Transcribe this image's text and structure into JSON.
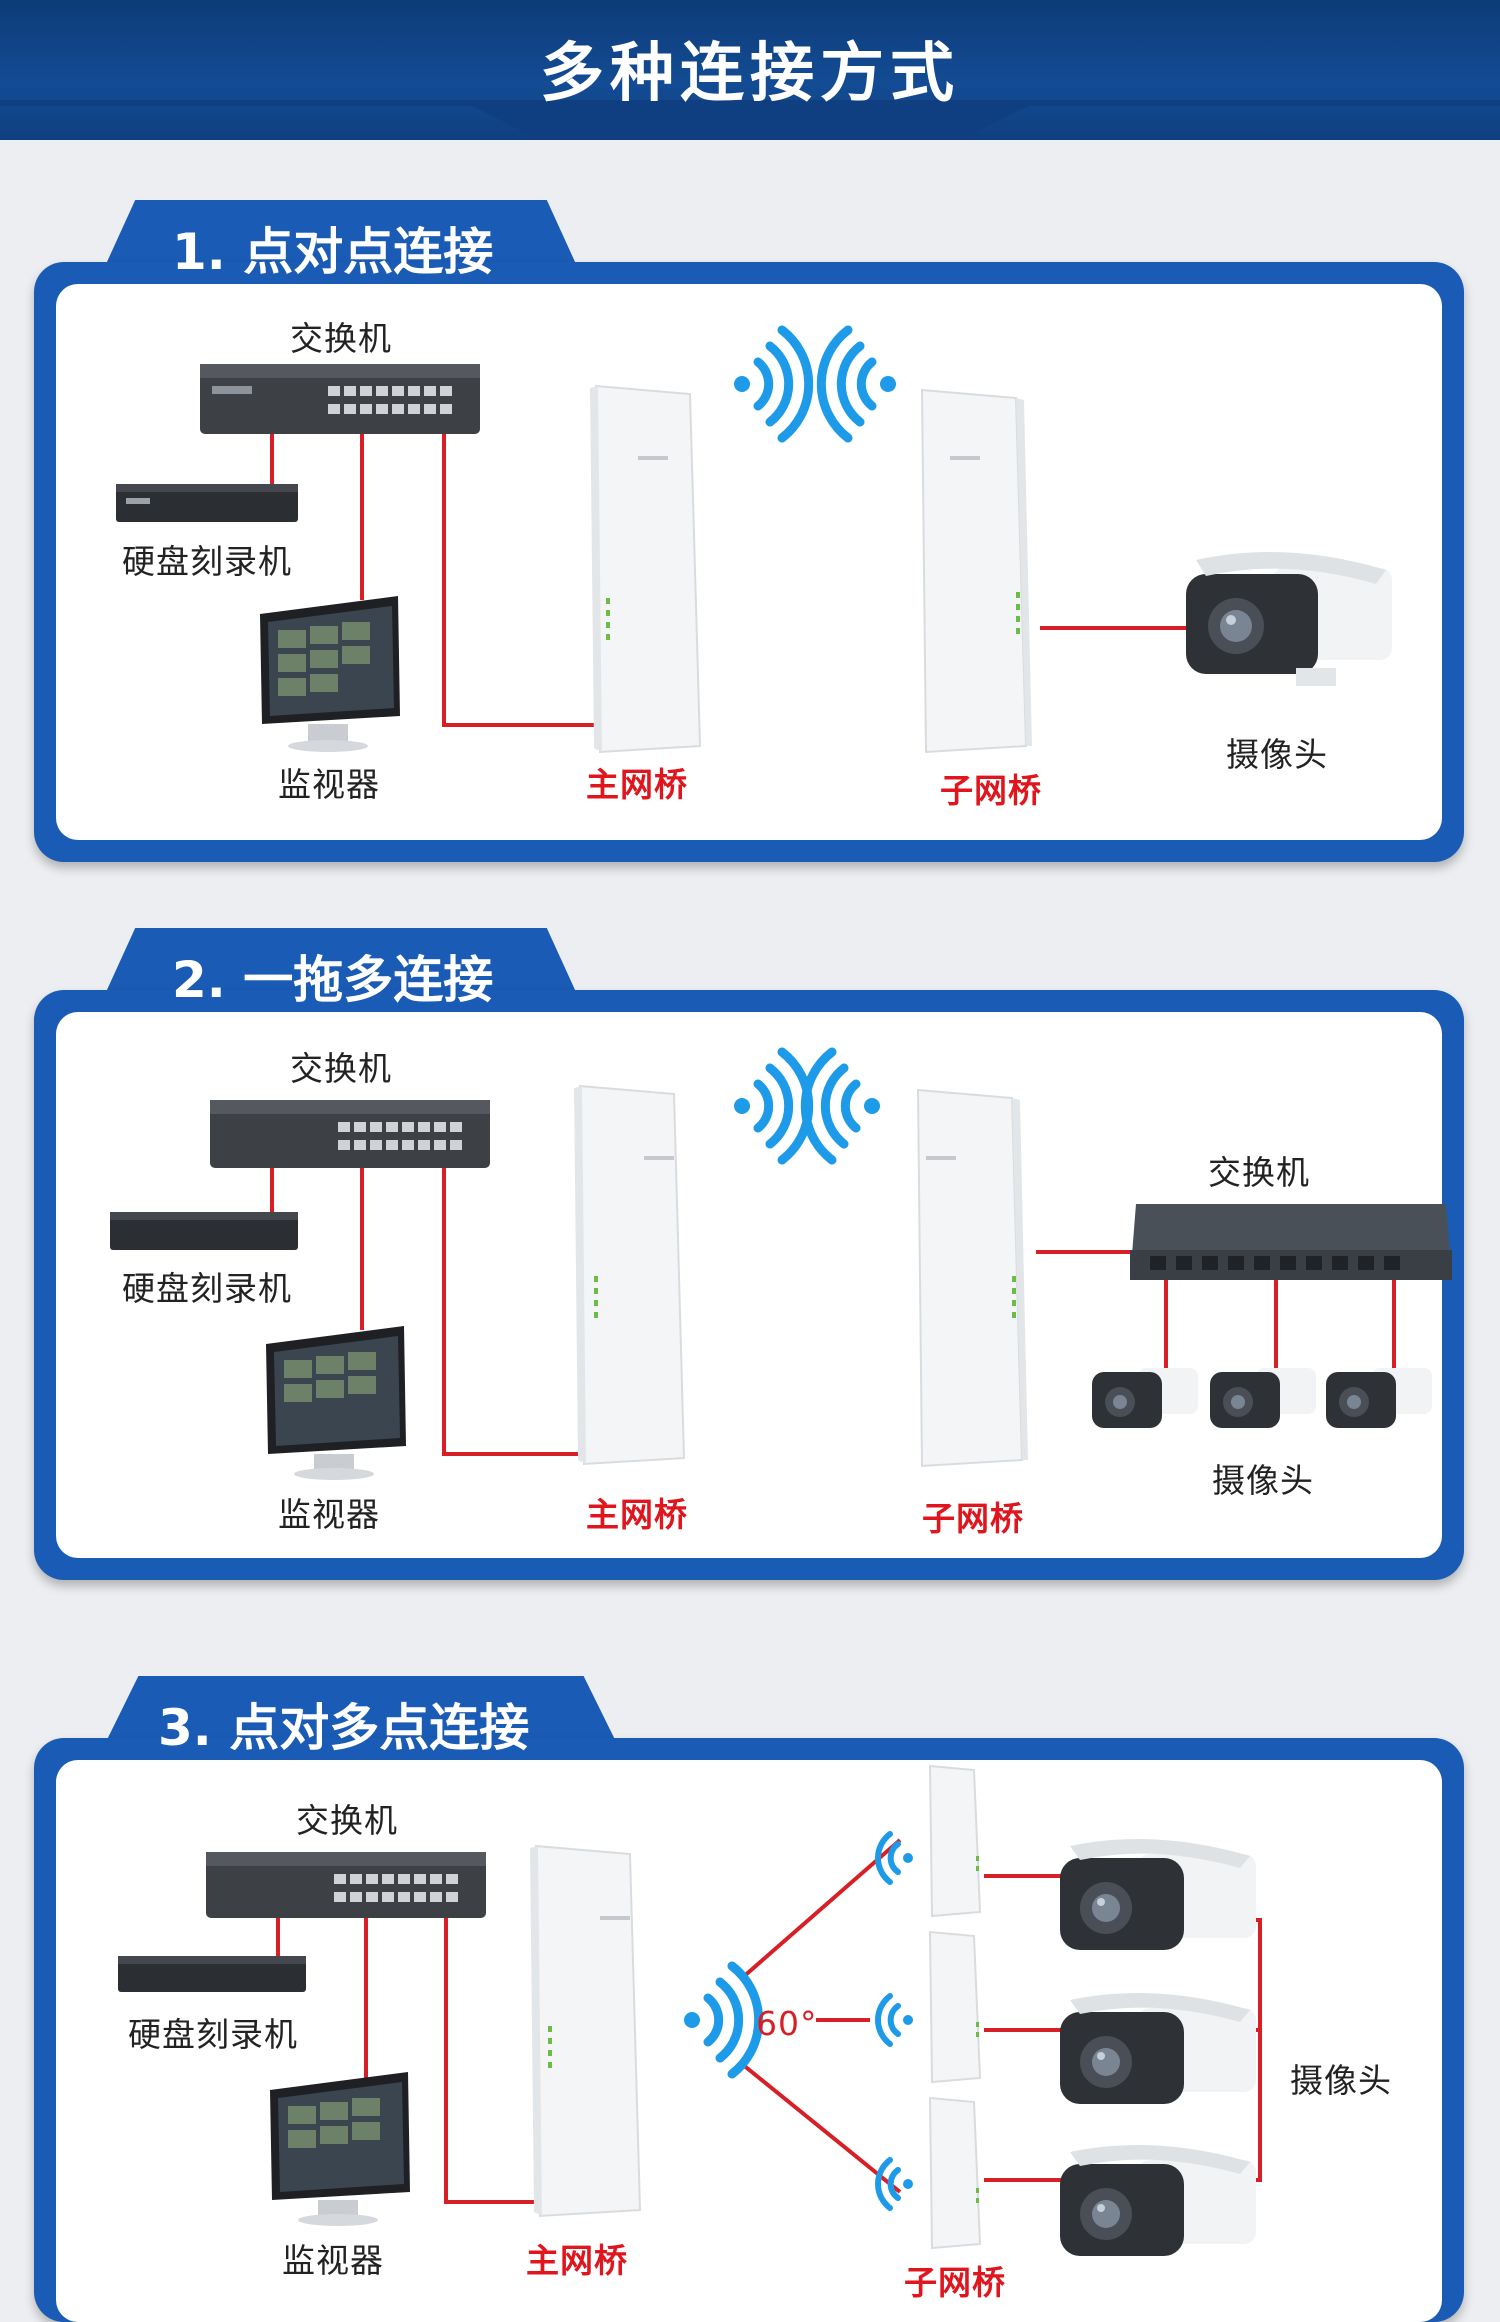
{
  "title": "多种连接方式",
  "sections": [
    {
      "heading": "1. 点对点连接",
      "labels": {
        "switch": "交换机",
        "nvr": "硬盘刻录机",
        "monitor": "监视器",
        "main_bridge": "主网桥",
        "sub_bridge": "子网桥",
        "camera": "摄像头"
      }
    },
    {
      "heading": "2. 一拖多连接",
      "labels": {
        "switch": "交换机",
        "nvr": "硬盘刻录机",
        "monitor": "监视器",
        "main_bridge": "主网桥",
        "sub_bridge": "子网桥",
        "switch_remote": "交换机",
        "camera": "摄像头"
      }
    },
    {
      "heading": "3. 点对多点连接",
      "labels": {
        "switch": "交换机",
        "nvr": "硬盘刻录机",
        "monitor": "监视器",
        "main_bridge": "主网桥",
        "angle": "60°",
        "sub_bridge": "子网桥",
        "camera": "摄像头"
      }
    }
  ],
  "colors": {
    "brand_blue": "#1a5bb5",
    "wire_red": "#d81f26",
    "wifi_blue": "#1e9be8",
    "header_navy": "#0f3f80"
  },
  "icons": [
    "network-switch-icon",
    "nvr-recorder-icon",
    "monitor-icon",
    "wireless-bridge-icon",
    "wifi-signal-icon",
    "bullet-camera-icon"
  ]
}
